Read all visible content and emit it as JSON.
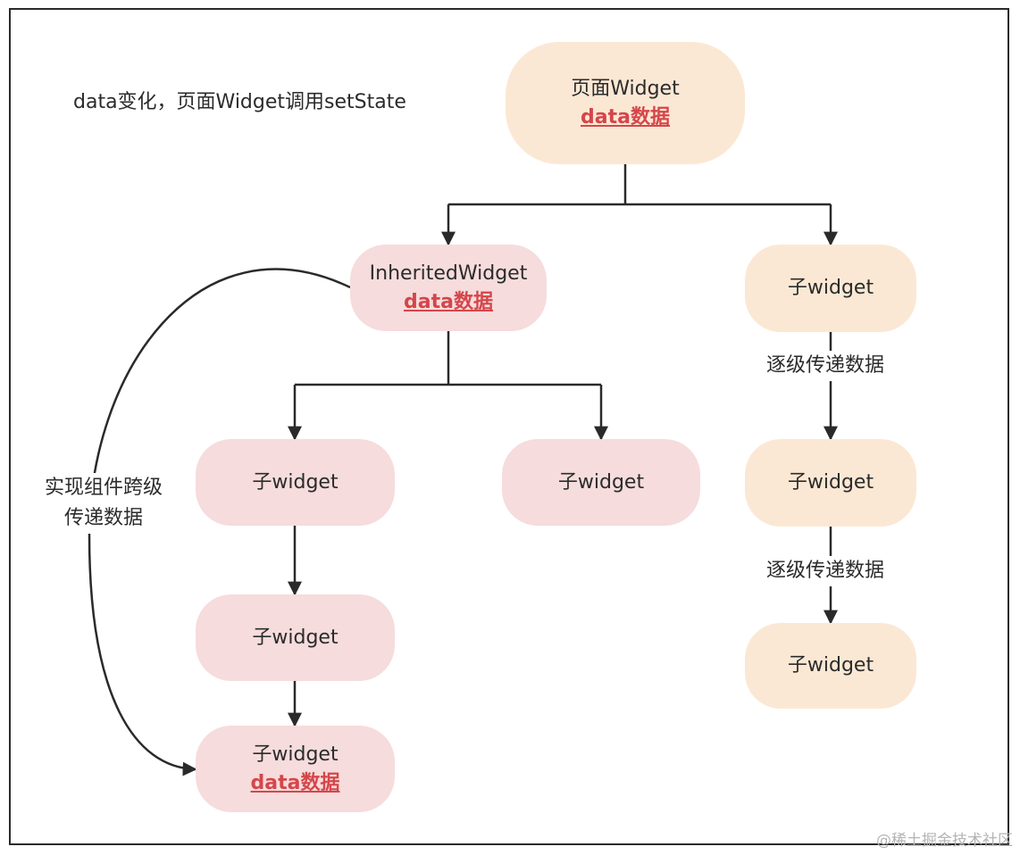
{
  "top_note": "data变化，页面Widget调用setState",
  "nodes": {
    "page": {
      "label": "页面Widget",
      "data": "data数据"
    },
    "inherited": {
      "label": "InheritedWidget",
      "data": "data数据"
    },
    "child_a1": {
      "label": "子widget"
    },
    "child_b": {
      "label": "子widget"
    },
    "child_a2": {
      "label": "子widget"
    },
    "child_a3": {
      "label": "子widget",
      "data": "data数据"
    },
    "child_r1": {
      "label": "子widget"
    },
    "child_r2": {
      "label": "子widget"
    },
    "child_r3": {
      "label": "子widget"
    }
  },
  "edge_labels": {
    "cross_level_line1": "实现组件跨级",
    "cross_level_line2": "传递数据",
    "step_pass_1": "逐级传递数据",
    "step_pass_2": "逐级传递数据"
  },
  "colors": {
    "page_fill": "#fbe8d4",
    "inherited_branch_fill": "#f6dcdc",
    "data_text": "#d5464b",
    "line": "#2a2a2a"
  },
  "watermark": "@稀土掘金技术社区"
}
